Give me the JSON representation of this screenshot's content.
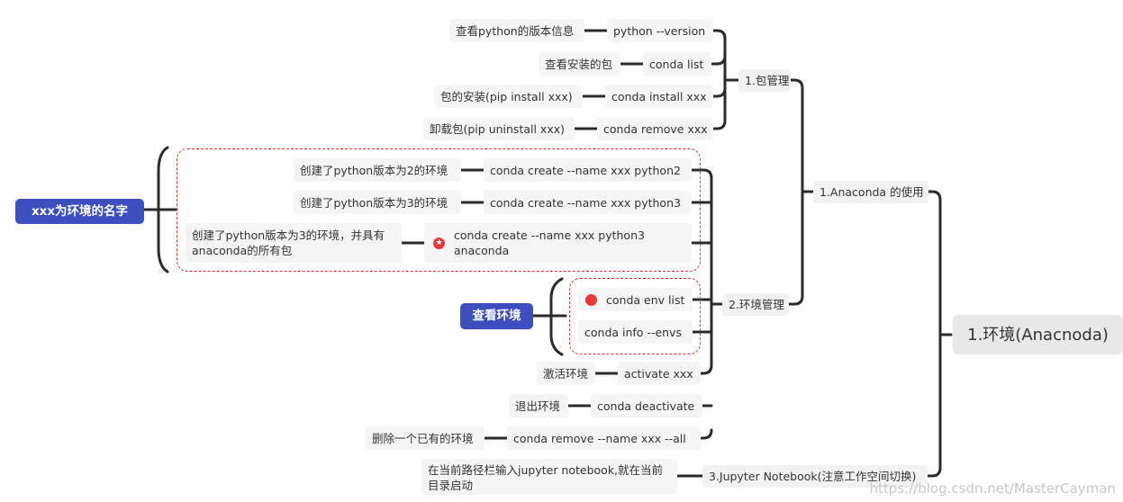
{
  "root": "1.环境(Anacnoda)",
  "anaconda_use": "1.Anaconda 的使用",
  "pkg_mgmt": {
    "label": "1.包管理",
    "items": [
      {
        "cmd": "python --version",
        "desc": "查看python的版本信息"
      },
      {
        "cmd": "conda list",
        "desc": "查看安装的包"
      },
      {
        "cmd": "conda install xxx",
        "desc": "包的安装(pip install xxx)"
      },
      {
        "cmd": "conda remove xxx",
        "desc": "卸载包(pip uninstall xxx)"
      }
    ]
  },
  "env_mgmt": {
    "label": "2.环境管理",
    "create": [
      {
        "cmd": "conda create --name xxx python2",
        "desc": "创建了python版本为2的环境"
      },
      {
        "cmd": "conda create --name xxx python3",
        "desc": "创建了python版本为3的环境"
      },
      {
        "cmd": "conda create --name xxx python3 anaconda",
        "desc": "创建了python版本为3的环境，并具有anaconda的所有包"
      }
    ],
    "create_note": "xxx为环境的名字",
    "view": [
      "conda env list",
      "conda info --envs"
    ],
    "view_note": "查看环境",
    "others": [
      {
        "cmd": "activate xxx",
        "desc": "激活环境"
      },
      {
        "cmd": "conda deactivate",
        "desc": "退出环境"
      },
      {
        "cmd": "conda remove --name xxx --all",
        "desc": "删除一个已有的环境"
      }
    ]
  },
  "jupyter": {
    "label": "3.Jupyter Notebook(注意工作空间切换)",
    "desc": "在当前路径栏输入jupyter notebook,就在当前目录启动"
  },
  "watermark": "https://blog.csdn.net/MasterCayman",
  "colors": {
    "line": "#2b2b2b",
    "accent": "#e23a3a",
    "blue": "#3d4fbf"
  }
}
